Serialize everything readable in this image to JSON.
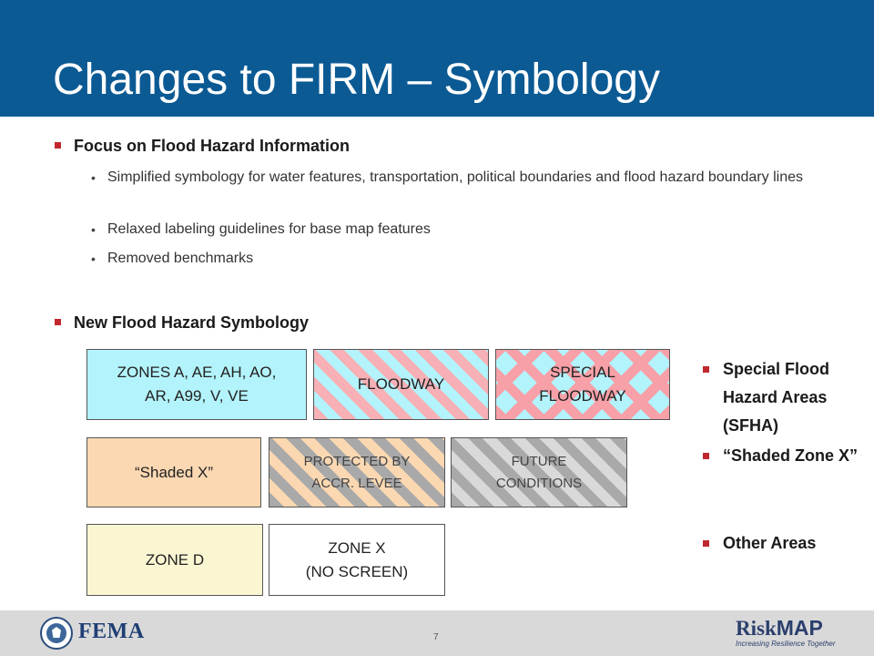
{
  "title": "Changes to FIRM – Symbology",
  "section1": {
    "heading": "Focus on Flood Hazard Information",
    "items": [
      "Simplified symbology for  water features, transportation, political boundaries and flood hazard boundary lines",
      "Relaxed labeling guidelines for base map features",
      "Removed benchmarks"
    ]
  },
  "section2": {
    "heading": "New Flood Hazard Symbology"
  },
  "boxes": {
    "zones": [
      "ZONES A, AE, AH, AO,",
      "AR, A99, V, VE"
    ],
    "floodway": "FLOODWAY",
    "special": [
      "SPECIAL",
      "FLOODWAY"
    ],
    "shaded_x": "“Shaded X”",
    "protected": [
      "PROTECTED BY",
      "ACCR. LEVEE"
    ],
    "future": [
      "FUTURE",
      "CONDITIONS"
    ],
    "zone_d": "ZONE D",
    "zone_x": [
      "ZONE X",
      "(NO SCREEN)"
    ]
  },
  "legend": [
    "Special Flood Hazard Areas (SFHA)",
    "“Shaded Zone X”",
    "Other Areas"
  ],
  "colors": {
    "header": "#0b5a94",
    "bullet": "#c0282d",
    "sfha_blue": "#b3f3fb",
    "floodway_pink": "#f7b0b5",
    "shaded_x_orange": "#fbd8b2",
    "zone_d_yellow": "#fbf6d2",
    "hatch_gray": "#a9a9a9"
  },
  "footer": {
    "agency": "FEMA",
    "page_number": "7",
    "brand": {
      "part1": "Risk",
      "part2": "MAP"
    },
    "tagline": "Increasing Resilience Together",
    "seal_icon": "dhs-seal-icon"
  }
}
